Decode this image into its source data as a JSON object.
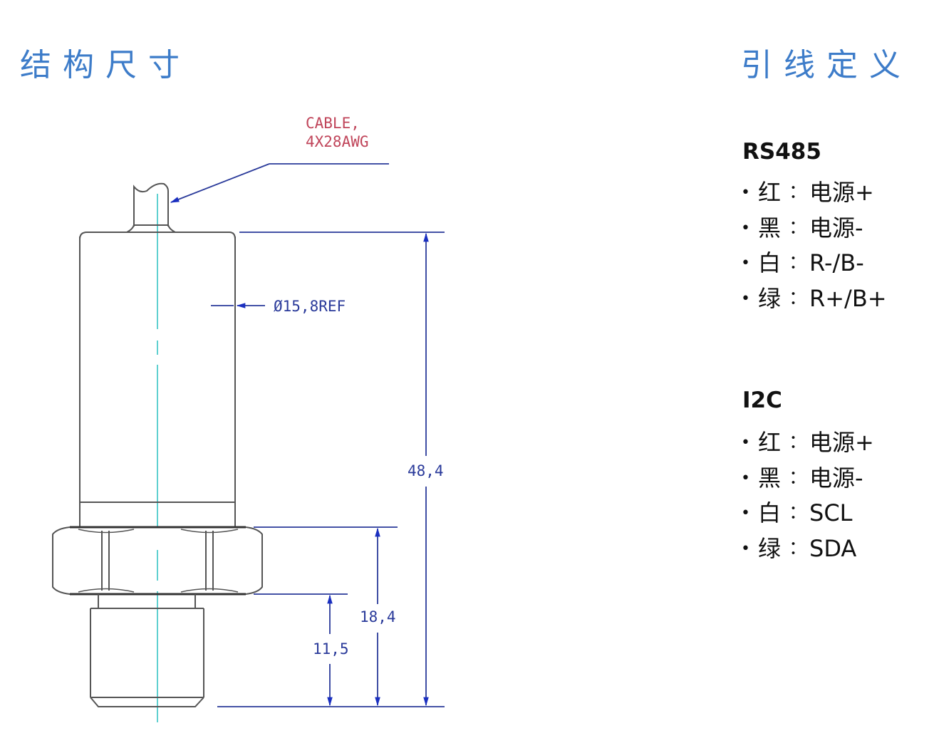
{
  "left_section": {
    "title": "结构尺寸",
    "drawing": {
      "cable_label_line1": "CABLE,",
      "cable_label_line2": "4X28AWG",
      "diameter_label": "Ø15,8REF",
      "dim_total_height": "48,4",
      "dim_thread_plus_hex": "18,4",
      "dim_thread": "11,5",
      "colors": {
        "outline": "#555555",
        "dimension": "#2a3a9a",
        "arrow": "#1a2fc0",
        "centerline": "#5fd0d0",
        "annotation_red": "#c0455a"
      }
    }
  },
  "right_section": {
    "title": "引线定义",
    "groups": [
      {
        "name": "RS485",
        "wires": [
          {
            "color": "红",
            "signal": "电源+"
          },
          {
            "color": "黑",
            "signal": "电源-"
          },
          {
            "color": "白",
            "signal": "R-/B-"
          },
          {
            "color": "绿",
            "signal": "R+/B+"
          }
        ]
      },
      {
        "name": "I2C",
        "wires": [
          {
            "color": "红",
            "signal": "电源+"
          },
          {
            "color": "黑",
            "signal": "电源-"
          },
          {
            "color": "白",
            "signal": "SCL"
          },
          {
            "color": "绿",
            "signal": "SDA"
          }
        ]
      }
    ],
    "bullet": "•",
    "separator": "："
  },
  "theme": {
    "title_color": "#3d7cc9"
  }
}
